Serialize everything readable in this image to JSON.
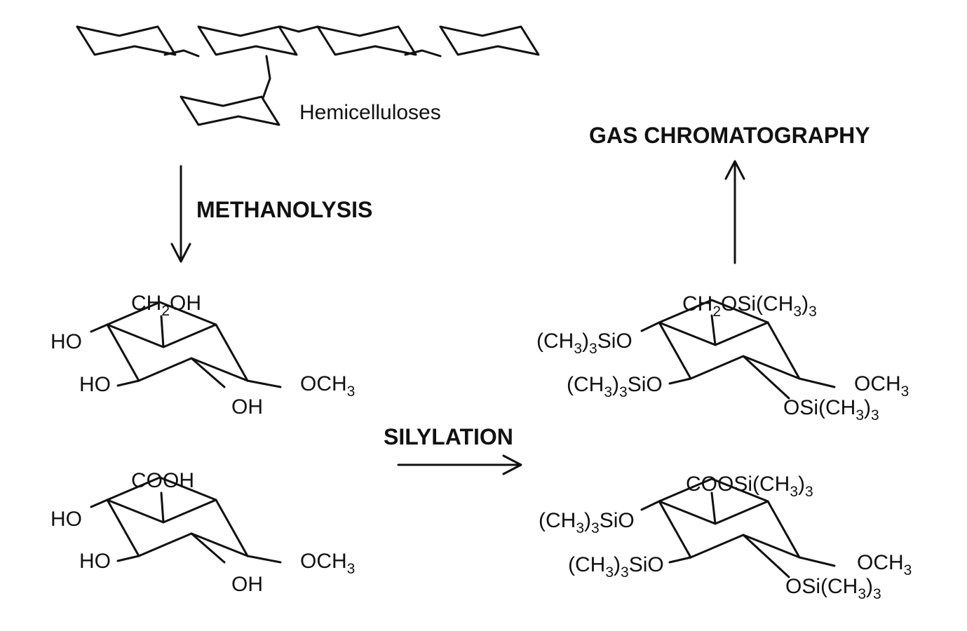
{
  "steps": {
    "start_label": "Hemicelluloses",
    "methanolysis": "METHANOLYSIS",
    "silylation": "SILYLATION",
    "analysis": "GAS CHROMATOGRAPHY"
  },
  "glc": {
    "c6_main": "CH",
    "c6_sub": "2",
    "c6_tail": "OH",
    "c4": "HO",
    "c3": "HO",
    "c2": "OH",
    "c1_main": "OCH",
    "c1_sub": "3"
  },
  "glca": {
    "c6": "COOH",
    "c4": "HO",
    "c3": "HO",
    "c2": "OH",
    "c1_main": "OCH",
    "c1_sub": "3"
  },
  "tms_glc": {
    "c6": [
      "CH",
      "2",
      "OSi(CH",
      "3",
      ")",
      "3"
    ],
    "c4": [
      "(CH",
      "3",
      ")",
      "3",
      "SiO"
    ],
    "c3": [
      "(CH",
      "3",
      ")",
      "3",
      "SiO"
    ],
    "c1": [
      "OCH",
      "3"
    ],
    "c2": [
      "OSi(CH",
      "3",
      ")",
      "3"
    ]
  },
  "tms_glca": {
    "c6": [
      "COOSi(CH",
      "3",
      ")",
      "3"
    ],
    "c4": [
      "(CH",
      "3",
      ")",
      "3",
      "SiO"
    ],
    "c3": [
      "(CH",
      "3",
      ")",
      "3",
      "SiO"
    ],
    "c1": [
      "OCH",
      "3"
    ],
    "c2": [
      "OSi(CH",
      "3",
      ")",
      "3"
    ]
  }
}
